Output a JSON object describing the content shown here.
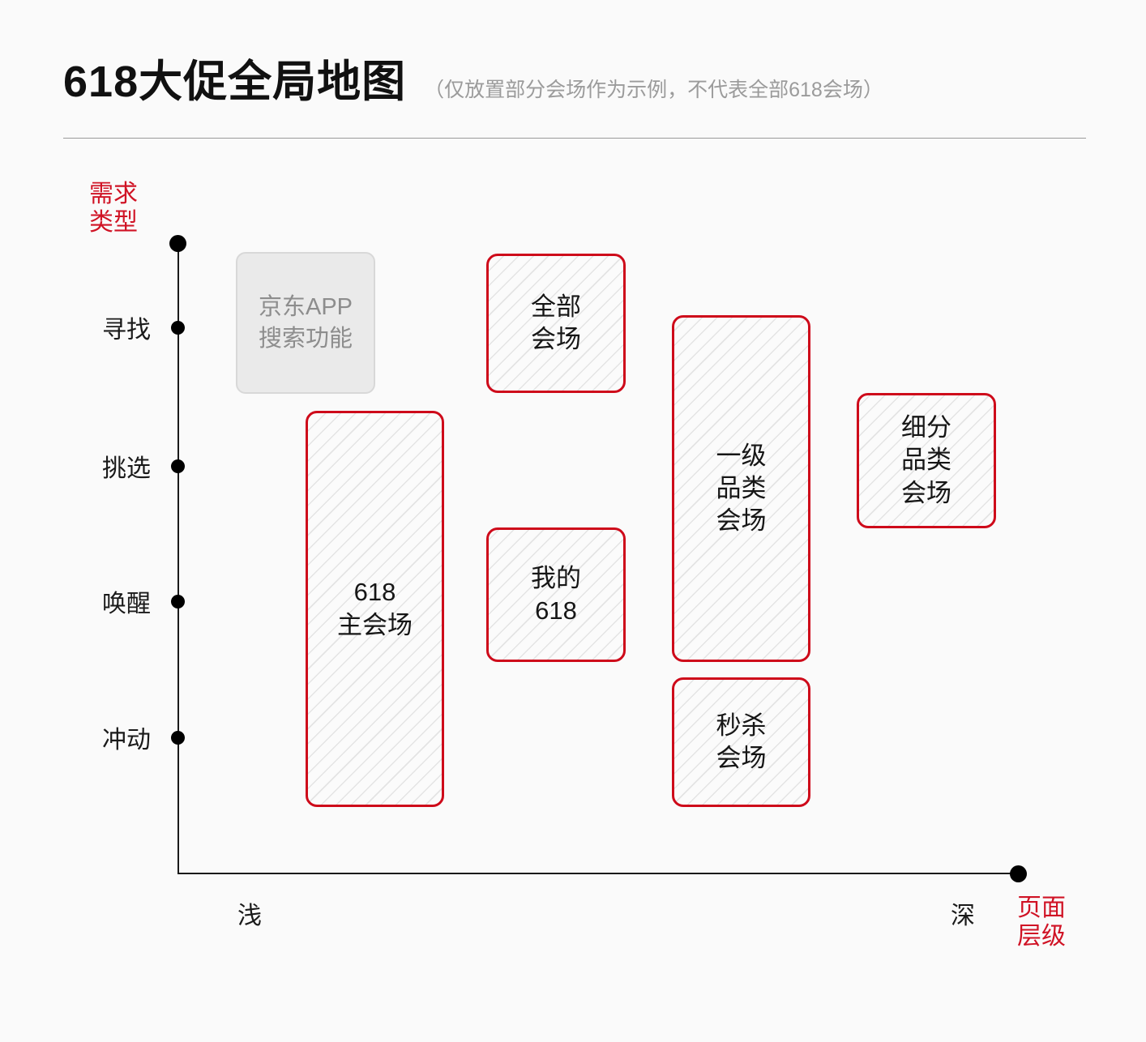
{
  "header": {
    "title": "618大促全局地图",
    "subtitle": "（仅放置部分会场作为示例，不代表全部618会场）"
  },
  "chart_data": {
    "type": "scatter",
    "title": "618大促全局地图",
    "subtitle": "（仅放置部分会场作为示例，不代表全部618会场）",
    "ylabel": "需求类型",
    "xlabel": "页面层级",
    "y_ticks": [
      "寻找",
      "挑选",
      "唤醒",
      "冲动"
    ],
    "x_ticks": [
      "浅",
      "深"
    ],
    "grid": false,
    "legend": null,
    "nodes": [
      {
        "id": "jd-app-search",
        "label": "京东APP\n搜索功能",
        "style": "plain",
        "x_span": [
          "浅",
          "浅"
        ],
        "y_span": [
          "寻找",
          "寻找"
        ]
      },
      {
        "id": "618-main-venue",
        "label": "618\n主会场",
        "style": "hatch",
        "x_span": [
          "浅",
          "浅"
        ],
        "y_span": [
          "挑选",
          "冲动"
        ]
      },
      {
        "id": "all-venues",
        "label": "全部\n会场",
        "style": "hatch",
        "x_span": [
          "浅中",
          "浅中"
        ],
        "y_span": [
          "寻找",
          "寻找"
        ]
      },
      {
        "id": "my-618",
        "label": "我的\n618",
        "style": "hatch",
        "x_span": [
          "浅中",
          "浅中"
        ],
        "y_span": [
          "唤醒",
          "唤醒"
        ]
      },
      {
        "id": "primary-category-venue",
        "label": "一级\n品类\n会场",
        "style": "hatch",
        "x_span": [
          "中深",
          "中深"
        ],
        "y_span": [
          "挑选",
          "唤醒"
        ]
      },
      {
        "id": "flash-sale-venue",
        "label": "秒杀\n会场",
        "style": "hatch",
        "x_span": [
          "中深",
          "中深"
        ],
        "y_span": [
          "冲动",
          "冲动"
        ]
      },
      {
        "id": "sub-category-venue",
        "label": "细分\n品类\n会场",
        "style": "hatch",
        "x_span": [
          "深",
          "深"
        ],
        "y_span": [
          "挑选",
          "挑选"
        ]
      }
    ]
  },
  "colors": {
    "accent_red": "#ce0a1a",
    "axis_title_red": "#d01325",
    "text_dark": "#161616",
    "muted_gray": "#9b9b9b",
    "background": "#fafafa"
  }
}
